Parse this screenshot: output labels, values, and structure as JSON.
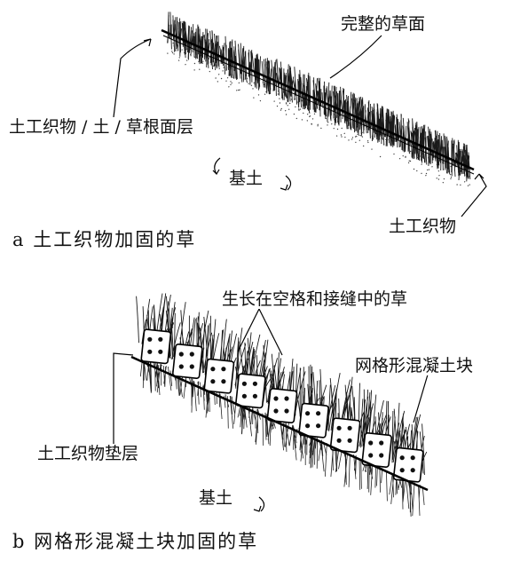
{
  "diagram_a": {
    "caption": "a 土工织物加固的草",
    "labels": {
      "intact_turf": "完整的草面",
      "geotextile_soil_root_layer": "土工织物 / 土 / 草根面层",
      "subsoil": "基土",
      "geotextile": "土工织物"
    }
  },
  "diagram_b": {
    "caption": "b 网格形混凝土块加固的草",
    "labels": {
      "grass_in_cells": "生长在空格和接缝中的草",
      "concrete_grid_blocks": "网格形混凝土块",
      "geotextile_underlay": "土工织物垫层",
      "subsoil": "基土"
    }
  }
}
